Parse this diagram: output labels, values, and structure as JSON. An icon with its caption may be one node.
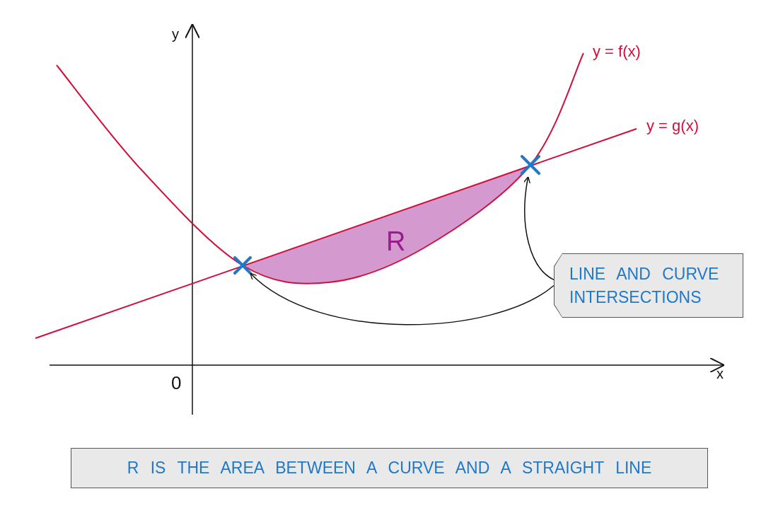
{
  "diagram": {
    "nodes": [
      {
        "text": [
          "LINE AND CURVE INTERSECTIONS"
        ]
      },
      {
        "text": [],
        "shape": "cross"
      },
      {
        "text": [],
        "shape": "cross"
      },
      {
        "text": [
          "R IS THE AREA BETWEEN A CURVE AND A STRAIGHT LINE"
        ]
      }
    ],
    "edges": [
      {
        "from": 0,
        "to": 1,
        "arrow": "to"
      },
      {
        "from": 0,
        "to": 2,
        "arrow": "to"
      }
    ],
    "labels": [
      "y",
      "y = f(x)",
      "y = g(x)",
      "R",
      "0",
      "x"
    ]
  }
}
